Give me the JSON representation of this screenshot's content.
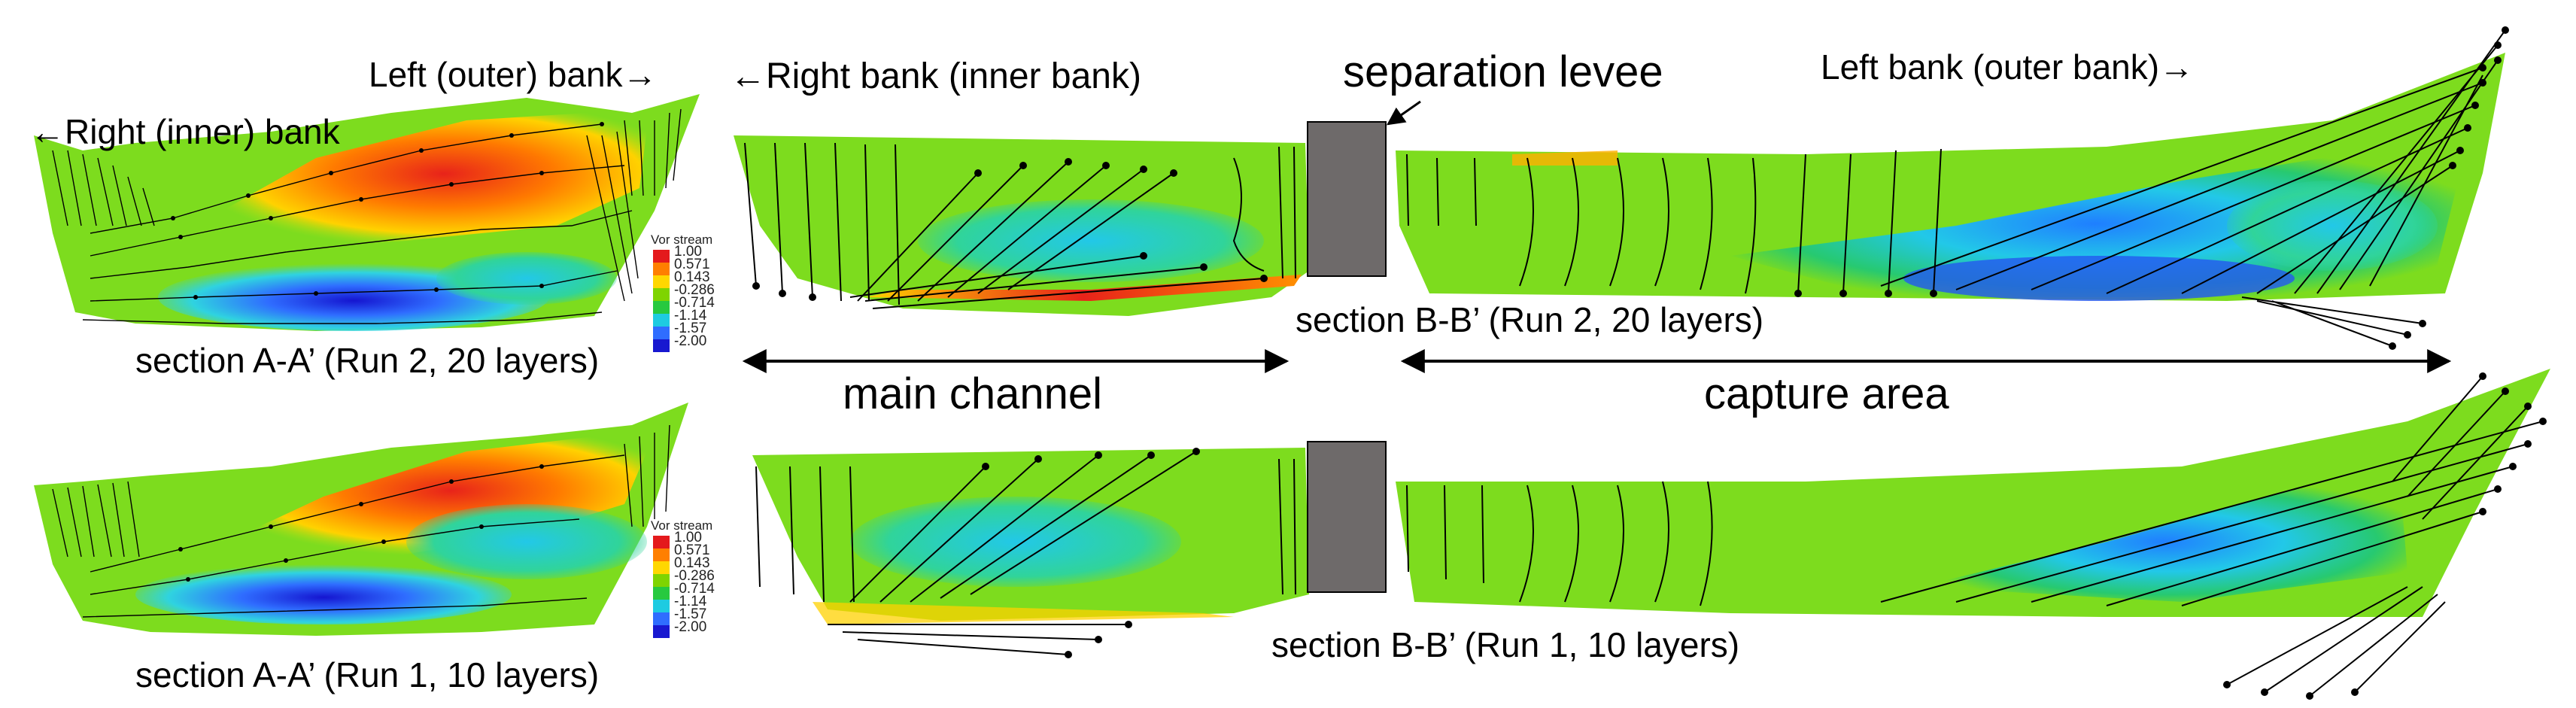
{
  "labels": {
    "left_outer_bank": "Left (outer) bank→",
    "right_inner_bank": "←Right (inner) bank",
    "right_bank_inner": "←Right bank (inner bank)",
    "separation_levee": "separation levee",
    "left_bank_outer": "Left bank (outer bank)→",
    "main_channel": "main channel",
    "capture_area": "capture area"
  },
  "sections": {
    "a_run2": "section A-A’ (Run 2, 20 layers)",
    "a_run1": "section A-A’ (Run 1, 10 layers)",
    "b_run2": "section B-B’ (Run 2, 20 layers)",
    "b_run1": "section B-B’ (Run 1, 10 layers)"
  },
  "legend": {
    "title": "Vor stream",
    "ticks": [
      "1.00",
      "0.571",
      "0.143",
      "-0.286",
      "-0.714",
      "-1.14",
      "-1.57",
      "-2.00"
    ],
    "colors": [
      "#e41a1c",
      "#ff7f00",
      "#ffd700",
      "#7fd400",
      "#27c93f",
      "#1ecbe1",
      "#2f6dff",
      "#1818d0"
    ]
  },
  "colors": {
    "levee": "#6e6a6a",
    "background_flow": "#7ddc1e",
    "vectors": "#000000"
  }
}
